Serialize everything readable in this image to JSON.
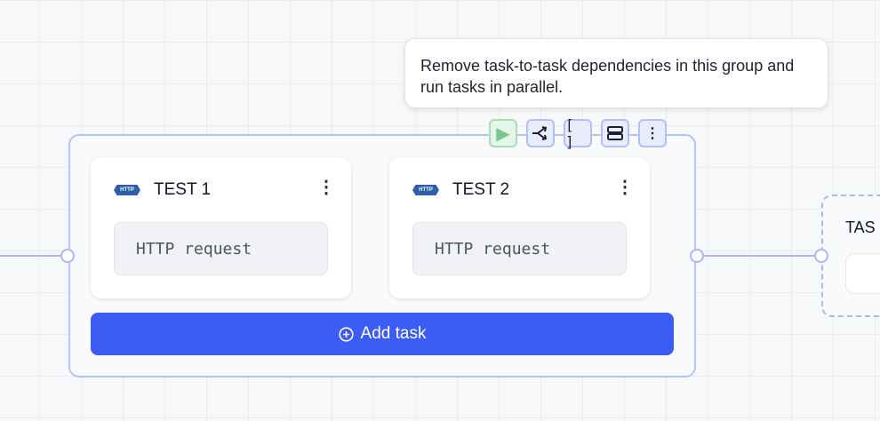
{
  "tooltip": {
    "text": "Remove task-to-task dependencies in this group and run tasks in parallel."
  },
  "toolbar": {
    "icons": [
      "play-icon",
      "branch-icon",
      "brackets-icon",
      "rows-icon",
      "more-vertical-icon"
    ],
    "play_color": "#7cc58f"
  },
  "tasks": [
    {
      "title": "TEST 1",
      "type_badge": "HTTP",
      "body": "HTTP request"
    },
    {
      "title": "TEST 2",
      "type_badge": "HTTP",
      "body": "HTTP request"
    }
  ],
  "add_task": {
    "label": "Add task"
  },
  "next_group": {
    "title_partial": "TAS"
  },
  "colors": {
    "accent": "#3d5cf5",
    "edge": "#a9b8f5"
  }
}
